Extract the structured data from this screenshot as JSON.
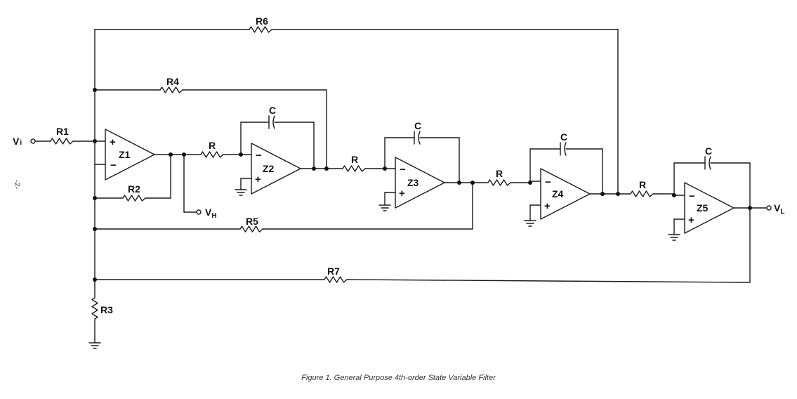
{
  "caption": "Figure 1.   General Purpose 4th-order State Variable Filter",
  "side_text": "-2-",
  "labels": {
    "vi_main": "V",
    "vi_sub": "i",
    "vh_main": "V",
    "vh_sub": "H",
    "vl_main": "V",
    "vl_sub": "L",
    "r1": "R1",
    "r2": "R2",
    "r3": "R3",
    "r4": "R4",
    "r5": "R5",
    "r6": "R6",
    "r7": "R7",
    "r": "R",
    "c": "C",
    "z1": "Z1",
    "z2": "Z2",
    "z3": "Z3",
    "z4": "Z4",
    "z5": "Z5",
    "plus": "+",
    "minus": "−"
  }
}
